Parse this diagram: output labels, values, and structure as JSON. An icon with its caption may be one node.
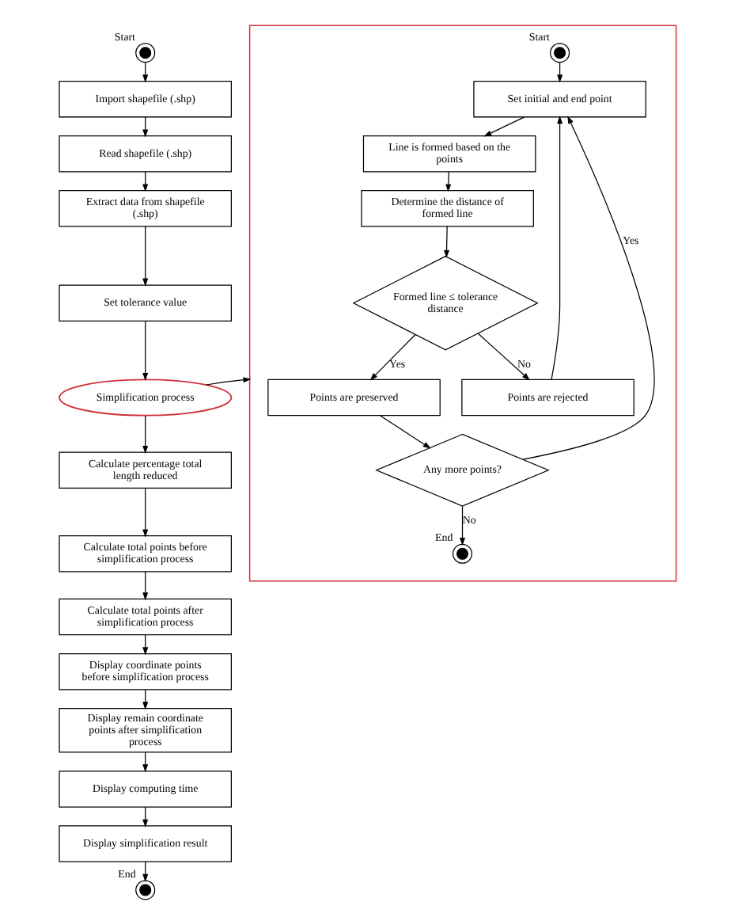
{
  "diagram": {
    "nodes": [
      {
        "text": [],
        "shape": "circle",
        "beside": [
          "Start"
        ]
      },
      {
        "text": [
          "Import shapefile (.shp)"
        ]
      },
      {
        "text": [
          "Read shapefile (.shp)"
        ]
      },
      {
        "text": [
          "Extract data from shapefile (.shp)"
        ]
      },
      {
        "text": [
          "Set tolerance value"
        ]
      },
      {
        "text": [
          "Simplification process"
        ]
      },
      {
        "text": [
          "Calculate percentage total length reduced"
        ]
      },
      {
        "text": [
          "Calculate total points before simplification process"
        ]
      },
      {
        "text": [
          "Calculate total points after simplification process"
        ]
      },
      {
        "text": [
          "Display coordinate points before simplification process"
        ]
      },
      {
        "text": [
          "Display remain coordinate points after simplification process"
        ]
      },
      {
        "text": [
          "Display computing time"
        ]
      },
      {
        "text": [
          "Display simplification result"
        ]
      },
      {
        "text": [],
        "shape": "circle",
        "beside": [
          "End"
        ]
      },
      {
        "text": [],
        "shape": "box"
      },
      {
        "text": [],
        "shape": "circle",
        "beside": [
          "Start"
        ],
        "in": 14
      },
      {
        "text": [
          "Set initial and end point"
        ],
        "in": 14
      },
      {
        "text": [
          "Line is formed based on the points"
        ],
        "in": 14
      },
      {
        "text": [
          "Determine the distance of formed line"
        ],
        "in": 14
      },
      {
        "text": [
          "Formed line ≤ tolerance distance"
        ],
        "in": 14
      },
      {
        "text": [
          "Points are preserved"
        ],
        "in": 14
      },
      {
        "text": [
          "Points are rejected"
        ],
        "in": 14
      },
      {
        "text": [
          "Any more points?"
        ],
        "in": 14
      },
      {
        "text": [],
        "shape": "circle",
        "beside": [
          "End"
        ],
        "in": 14
      }
    ],
    "edges": [
      {
        "from": 0,
        "to": 1,
        "arrow": "to"
      },
      {
        "from": 1,
        "to": 2,
        "arrow": "to"
      },
      {
        "from": 2,
        "to": 3,
        "arrow": "to"
      },
      {
        "from": 3,
        "to": 4,
        "arrow": "to"
      },
      {
        "from": 4,
        "to": 5,
        "arrow": "to"
      },
      {
        "from": 5,
        "to": 6,
        "arrow": "to"
      },
      {
        "from": 6,
        "to": 7,
        "arrow": "to"
      },
      {
        "from": 7,
        "to": 8,
        "arrow": "to"
      },
      {
        "from": 8,
        "to": 9,
        "arrow": "to"
      },
      {
        "from": 9,
        "to": 10,
        "arrow": "to"
      },
      {
        "from": 10,
        "to": 11,
        "arrow": "to"
      },
      {
        "from": 11,
        "to": 12,
        "arrow": "to"
      },
      {
        "from": 12,
        "to": 13,
        "arrow": "to"
      },
      {
        "from": 5,
        "to": 14,
        "arrow": "to"
      },
      {
        "from": 15,
        "to": 16,
        "arrow": "to"
      },
      {
        "from": 16,
        "to": 17,
        "arrow": "to"
      },
      {
        "from": 17,
        "to": 18,
        "arrow": "to"
      },
      {
        "from": 18,
        "to": 19,
        "arrow": "to"
      },
      {
        "from": 19,
        "to": 20,
        "arrow": "to",
        "label": "Yes"
      },
      {
        "from": 19,
        "to": 21,
        "arrow": "to",
        "label": "No"
      },
      {
        "from": 21,
        "to": 16,
        "arrow": "to"
      },
      {
        "from": 20,
        "to": 22,
        "arrow": "to"
      },
      {
        "from": 22,
        "to": 16,
        "arrow": "to",
        "label": "Yes"
      },
      {
        "from": 22,
        "to": 23,
        "arrow": "to",
        "label": "No"
      }
    ]
  }
}
